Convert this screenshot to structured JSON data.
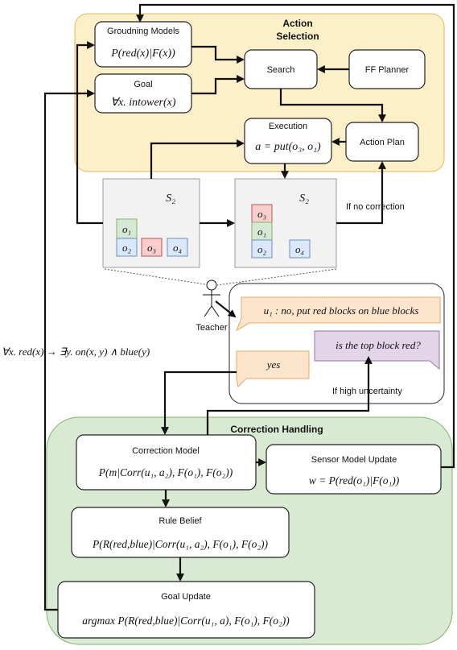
{
  "colors": {
    "action_bg": "#fdf0c9",
    "action_border": "#e0b85a",
    "correction_bg": "#d9ead3",
    "correction_border": "#82b366",
    "bubble_orange": "#fde5cd",
    "bubble_orange_border": "#e8a865",
    "bubble_purple": "#e1d5e7",
    "bubble_purple_border": "#9673a6",
    "block_green": "#d5e8d4",
    "block_red": "#f8cecc",
    "block_blue": "#dae8fc",
    "state_bg": "#f2f2f2"
  },
  "action_selection": {
    "title_line1": "Action",
    "title_line2": "Selection",
    "grounding_title": "Groudning Models",
    "grounding_formula": "P(red(x)|F(x))",
    "goal_title": "Goal",
    "goal_formula": "∀x. intower(x)",
    "search_label": "Search",
    "ff_planner_label": "FF Planner",
    "execution_title": "Execution",
    "execution_formula": "a = put(o₃, o₁)",
    "action_plan_label": "Action Plan"
  },
  "states": {
    "left_label": "S₂",
    "right_label": "S₂",
    "left_blocks": [
      "o₁",
      "o₂",
      "o₃",
      "o₄"
    ],
    "right_blocks": [
      "o₃",
      "o₁",
      "o₂",
      "o₄"
    ],
    "no_correction_label": "If no correction"
  },
  "teacher": {
    "label": "Teacher",
    "utterance": "u₁ : no, put red blocks on blue blocks",
    "question": "is the top block red?",
    "answer": "yes",
    "high_uncertainty_label": "If high uncertainty"
  },
  "side_rule": "∀x. red(x) → ∃y. on(x, y) ∧ blue(y)",
  "correction_handling": {
    "title": "Correction Handling",
    "correction_model_title": "Correction Model",
    "correction_model_formula": "P(m|Corr(u₁, a₂), F(o₁), F(o₂))",
    "sensor_update_title": "Sensor Model Update",
    "sensor_update_formula": "w = P(red(o₁)|F(o₁))",
    "rule_belief_title": "Rule Belief",
    "rule_belief_formula": "P(R(red,blue)|Corr(u₁, a₂), F(o₁), F(o₂))",
    "goal_update_title": "Goal Update",
    "goal_update_formula": "argmax P(R(red,blue)|Corr(u₁, a), F(o₁), F(o₂))"
  }
}
